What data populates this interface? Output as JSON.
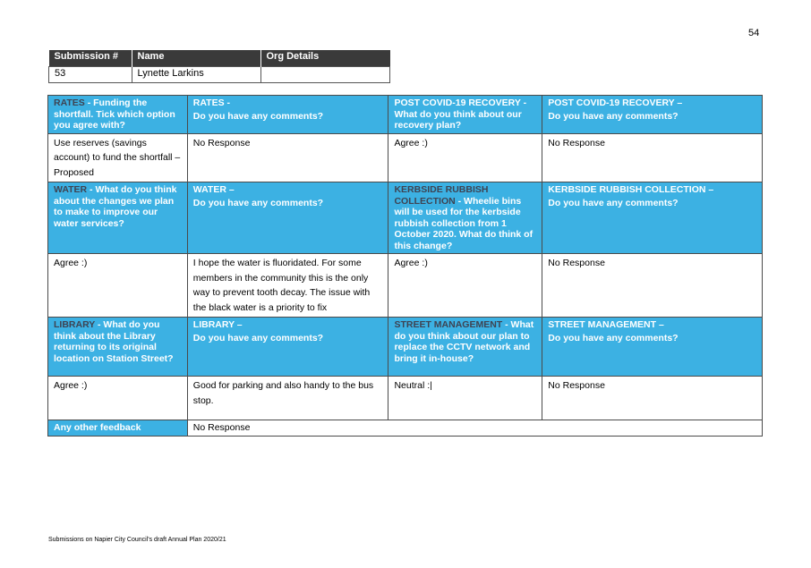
{
  "page_number": "54",
  "submission": {
    "headers": [
      "Submission #",
      "Name",
      "Org Details"
    ],
    "number": "53",
    "name": "Lynette Larkins",
    "org": ""
  },
  "sections": {
    "rates": {
      "q_title": "RATES",
      "q_text": " - Funding the shortfall. Tick which option you agree with?",
      "c_title": "RATES -",
      "c_text": "Do you have any comments?",
      "answer": "Use reserves (savings account) to fund the shortfall – Proposed",
      "comment": "No Response"
    },
    "covid": {
      "q_title": "POST COVID-19 RECOVERY",
      "q_text": " - What do you think about our recovery plan?",
      "c_title": "POST COVID-19 RECOVERY –",
      "c_text": "Do you have any comments?",
      "answer": "Agree :)",
      "comment": "No Response"
    },
    "water": {
      "q_title": "WATER",
      "q_text": " - What do you think about the changes we plan to make to improve our water services?",
      "c_title": "WATER –",
      "c_text": "Do you have any comments?",
      "answer": "Agree :)",
      "comment": "I hope the water is fluoridated. For some members in the community this is the only way to prevent tooth decay. The issue with the black water is a priority to fix"
    },
    "kerbside": {
      "q_title": "KERBSIDE RUBBISH COLLECTION",
      "q_text": " - Wheelie bins will be used for the kerbside rubbish collection from 1 October 2020. What do think of this change?",
      "c_title": "KERBSIDE RUBBISH COLLECTION –",
      "c_text": "Do you have any comments?",
      "answer": "Agree :)",
      "comment": "No Response"
    },
    "library": {
      "q_title": "LIBRARY",
      "q_text": " - What do you think about the Library returning to its original location on Station Street?",
      "c_title": "LIBRARY –",
      "c_text": "Do you have any comments?",
      "answer": "Agree :)",
      "comment": "Good for parking and also handy to the bus stop."
    },
    "street": {
      "q_title": "STREET MANAGEMENT",
      "q_text": " - What do you think about our plan to replace the CCTV network and bring it in-house?",
      "c_title": "STREET MANAGEMENT –",
      "c_text": "Do you have any comments?",
      "answer": "Neutral :|",
      "comment": "No Response"
    },
    "other": {
      "label": "Any other feedback",
      "comment": "No Response"
    }
  },
  "footer": "Submissions on Napier City Council's draft Annual Plan 2020/21",
  "colors": {
    "header_blue": "#3cb1e3",
    "header_dark": "#3a3a3a"
  }
}
